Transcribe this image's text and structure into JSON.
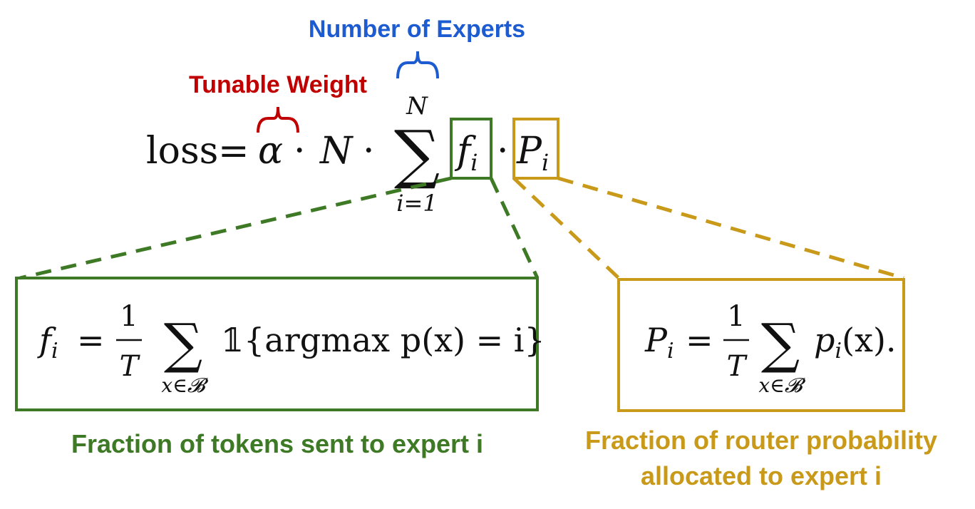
{
  "colors": {
    "red": "#c00000",
    "blue": "#1c5bd0",
    "green": "#3e7a25",
    "gold": "#c99a1a",
    "ink": "#111111"
  },
  "annotations": {
    "number_of_experts": "Number of Experts",
    "tunable_weight": "Tunable Weight",
    "fraction_tokens": "Fraction of tokens sent to expert i",
    "fraction_router_line1": "Fraction of router probability",
    "fraction_router_line2": "allocated to expert i"
  },
  "main_equation": {
    "lhs": "loss",
    "equals": "=",
    "alpha": "α",
    "dot": "·",
    "N": "N",
    "sum": "∑",
    "sum_upper": "N",
    "sum_lower": "i=1",
    "f": "f",
    "f_sub": "i",
    "P": "P",
    "P_sub": "i"
  },
  "f_equation": {
    "f": "f",
    "sub": "i",
    "equals": "=",
    "numerator": "1",
    "denominator": "T",
    "sum": "∑",
    "sum_lower": "x∈𝓑",
    "indicator": "𝟙{argmax p(x) = i}"
  },
  "p_equation": {
    "P": "P",
    "sub": "i",
    "equals": "=",
    "numerator": "1",
    "denominator": "T",
    "sum": "∑",
    "sum_lower": "x∈𝓑",
    "term": "p",
    "term_sub": "i",
    "term_rest": "(x)."
  }
}
